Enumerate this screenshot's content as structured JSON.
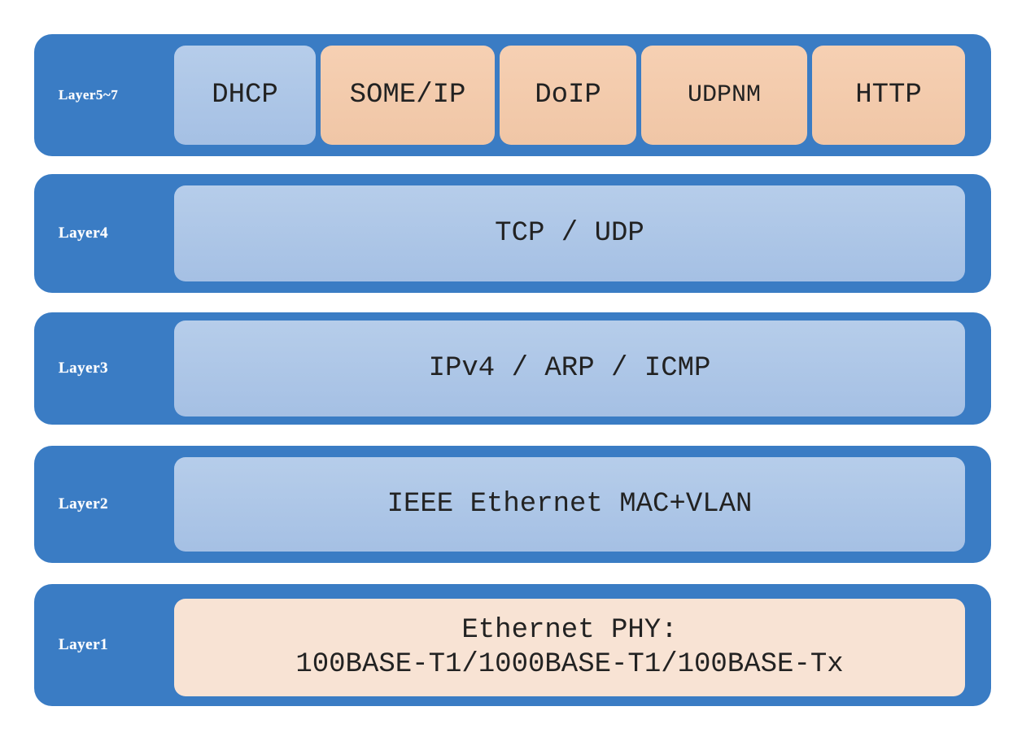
{
  "layers": [
    {
      "label": "Layer5~7",
      "protocols": [
        "DHCP",
        "SOME/IP",
        "DoIP",
        "UDPNM",
        "HTTP"
      ]
    },
    {
      "label": "Layer4",
      "content": "TCP / UDP"
    },
    {
      "label": "Layer3",
      "content": "IPv4 / ARP / ICMP"
    },
    {
      "label": "Layer2",
      "content": "IEEE Ethernet MAC+VLAN"
    },
    {
      "label": "Layer1",
      "content_line1": "Ethernet PHY:",
      "content_line2": "100BASE-T1/1000BASE-T1/100BASE-Tx"
    }
  ],
  "colors": {
    "layer_bg": "#3a7cc4",
    "blue_box": "#a8c3e6",
    "peach_box": "#f2c8a9",
    "light_peach_box": "#f8e3d4"
  }
}
